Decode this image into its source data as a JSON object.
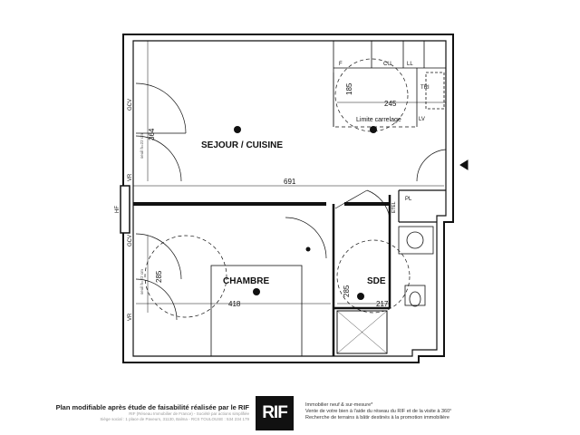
{
  "plan": {
    "rooms": {
      "sejour": "SEJOUR / CUISINE",
      "chambre": "CHAMBRE",
      "sde": "SDE"
    },
    "dimensions": {
      "total_width": "691",
      "sejour_depth": "364",
      "chambre_depth": "285",
      "chambre_width": "418",
      "sde_width": "217",
      "sde_depth": "285",
      "kitchen_depth": "185",
      "kitchen_width": "245"
    },
    "annotations": {
      "limite": "Limite carrelage",
      "hf": "HF",
      "gcv": "GCV",
      "vr": "VR",
      "seuil1": "seuil h=22 cm",
      "seuil2": "seuil h=22 cm",
      "f": "F",
      "cu": "CU",
      "ll": "LL",
      "tri": "TRI",
      "lv": "LV",
      "etel": "ETEL",
      "pl": "PL"
    }
  },
  "footer": {
    "title": "Plan modifiable après étude de faisabilité réalisée par le RIF",
    "line1": "RIF (Réseau Immobilier de France) - Société par actions simplifiée",
    "line2": "Siège social : 1 place de Paveurs, 31130, Balma - RCS TOULOUSE : 534 234 179",
    "logo": "RIF",
    "right1": "Immobilier neuf & sur-mesure*",
    "right2": "Vente de votre bien à l'aide du réseau du RIF et de la visite à 360°",
    "right3": "Recherche de terrains à bâtir destinés à la promotion immobilière"
  }
}
